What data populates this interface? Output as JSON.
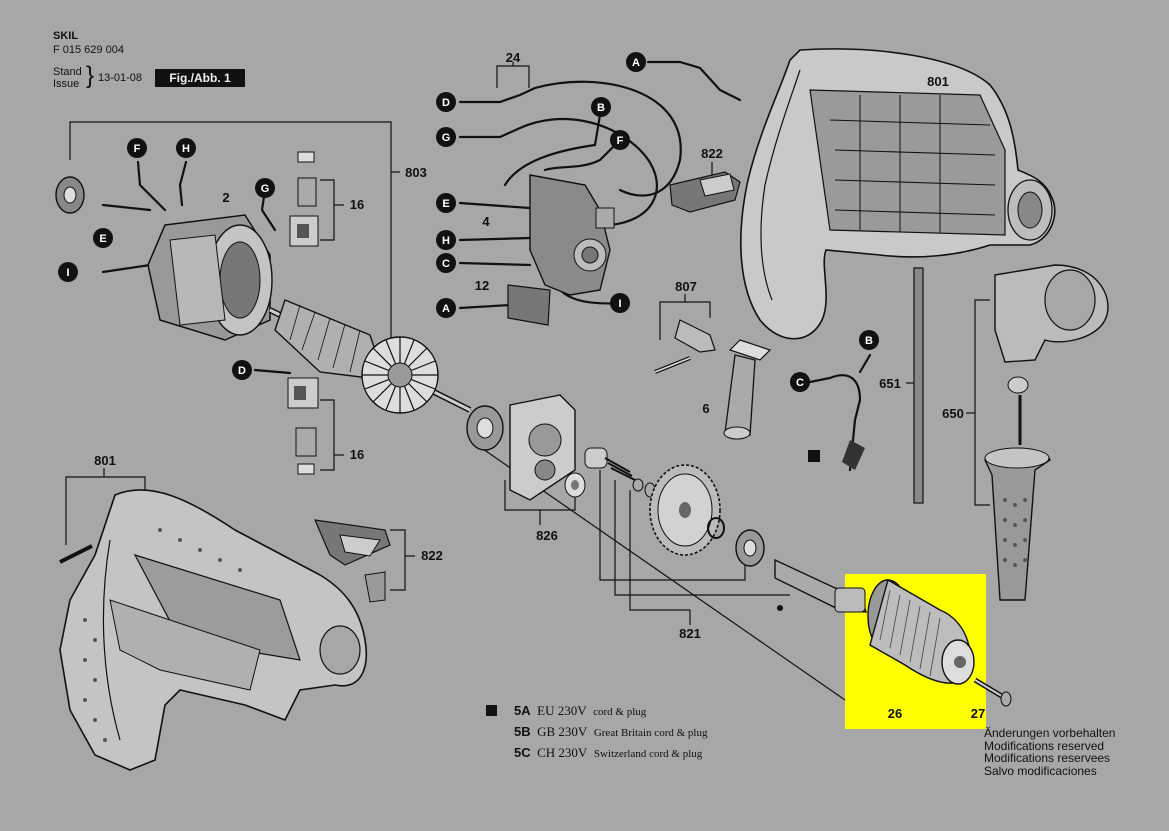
{
  "header": {
    "brand": "SKIL",
    "part_number": "F 015 629 004",
    "stand_label": "Stand",
    "issue_label": "Issue",
    "date": "13-01-08",
    "figure": "Fig./Abb. 1"
  },
  "callouts": {
    "p24": "24",
    "p801_top": "801",
    "p803": "803",
    "p822_top": "822",
    "p16_top": "16",
    "p2": "2",
    "p4": "4",
    "p12": "12",
    "p807": "807",
    "p651": "651",
    "p6": "6",
    "p650": "650",
    "p16_mid": "16",
    "p801_bottom": "801",
    "p822_bottom": "822",
    "p826": "826",
    "p821": "821",
    "p26": "26",
    "p27": "27"
  },
  "connectors": {
    "D": "D",
    "G": "G",
    "E": "E",
    "H": "H",
    "C": "C",
    "A": "A",
    "B": "B",
    "F": "F",
    "I": "I"
  },
  "cord_options": [
    {
      "code": "5A",
      "voltage": "EU 230V",
      "desc": "cord & plug"
    },
    {
      "code": "5B",
      "voltage": "GB 230V",
      "desc": "Great Britain cord & plug"
    },
    {
      "code": "5C",
      "voltage": "CH 230V",
      "desc": "Switzerland cord & plug"
    }
  ],
  "modifications": [
    "Änderungen vorbehalten",
    "Modifications reserved",
    "Modifications reservees",
    "Salvo modificaciones"
  ],
  "colors": {
    "background": "#a7a7a7",
    "highlight": "#ffff00",
    "ink": "#111111"
  }
}
